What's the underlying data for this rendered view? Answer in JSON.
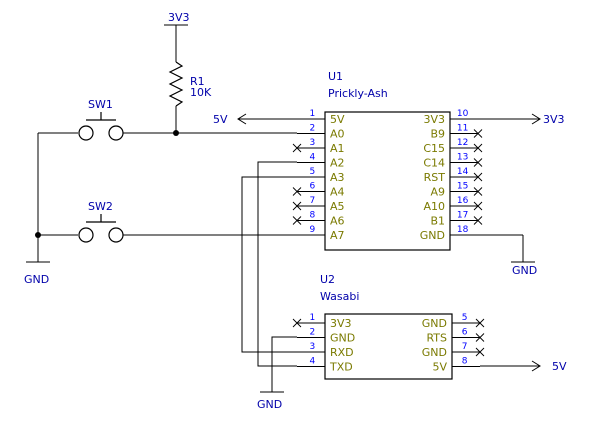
{
  "u1": {
    "ref": "U1",
    "name": "Prickly-Ash",
    "left_pins": [
      {
        "num": "1",
        "name": "5V"
      },
      {
        "num": "2",
        "name": "A0"
      },
      {
        "num": "3",
        "name": "A1"
      },
      {
        "num": "4",
        "name": "A2"
      },
      {
        "num": "5",
        "name": "A3"
      },
      {
        "num": "6",
        "name": "A4"
      },
      {
        "num": "7",
        "name": "A5"
      },
      {
        "num": "8",
        "name": "A6"
      },
      {
        "num": "9",
        "name": "A7"
      }
    ],
    "right_pins": [
      {
        "num": "10",
        "name": "3V3"
      },
      {
        "num": "11",
        "name": "B9"
      },
      {
        "num": "12",
        "name": "C15"
      },
      {
        "num": "13",
        "name": "C14"
      },
      {
        "num": "14",
        "name": "RST"
      },
      {
        "num": "15",
        "name": "A9"
      },
      {
        "num": "16",
        "name": "A10"
      },
      {
        "num": "17",
        "name": "B1"
      },
      {
        "num": "18",
        "name": "GND"
      }
    ]
  },
  "u2": {
    "ref": "U2",
    "name": "Wasabi",
    "left_pins": [
      {
        "num": "1",
        "name": "3V3"
      },
      {
        "num": "2",
        "name": "GND"
      },
      {
        "num": "3",
        "name": "RXD"
      },
      {
        "num": "4",
        "name": "TXD"
      }
    ],
    "right_pins": [
      {
        "num": "5",
        "name": "GND"
      },
      {
        "num": "6",
        "name": "RTS"
      },
      {
        "num": "7",
        "name": "GND"
      },
      {
        "num": "8",
        "name": "5V"
      }
    ]
  },
  "r1": {
    "ref": "R1",
    "value": "10K"
  },
  "sw1": {
    "ref": "SW1"
  },
  "sw2": {
    "ref": "SW2"
  },
  "nets": {
    "top_3v3": "3V3",
    "u1_5v": "5V",
    "u1_3v3": "3V3",
    "gnd_left": "GND",
    "gnd_u1": "GND",
    "gnd_u2": "GND",
    "u2_5v": "5V"
  },
  "colors": {
    "wire": "#000000",
    "pin_number": "#0000ff",
    "pin_name": "#7a7a00",
    "label": "#0000aa"
  }
}
